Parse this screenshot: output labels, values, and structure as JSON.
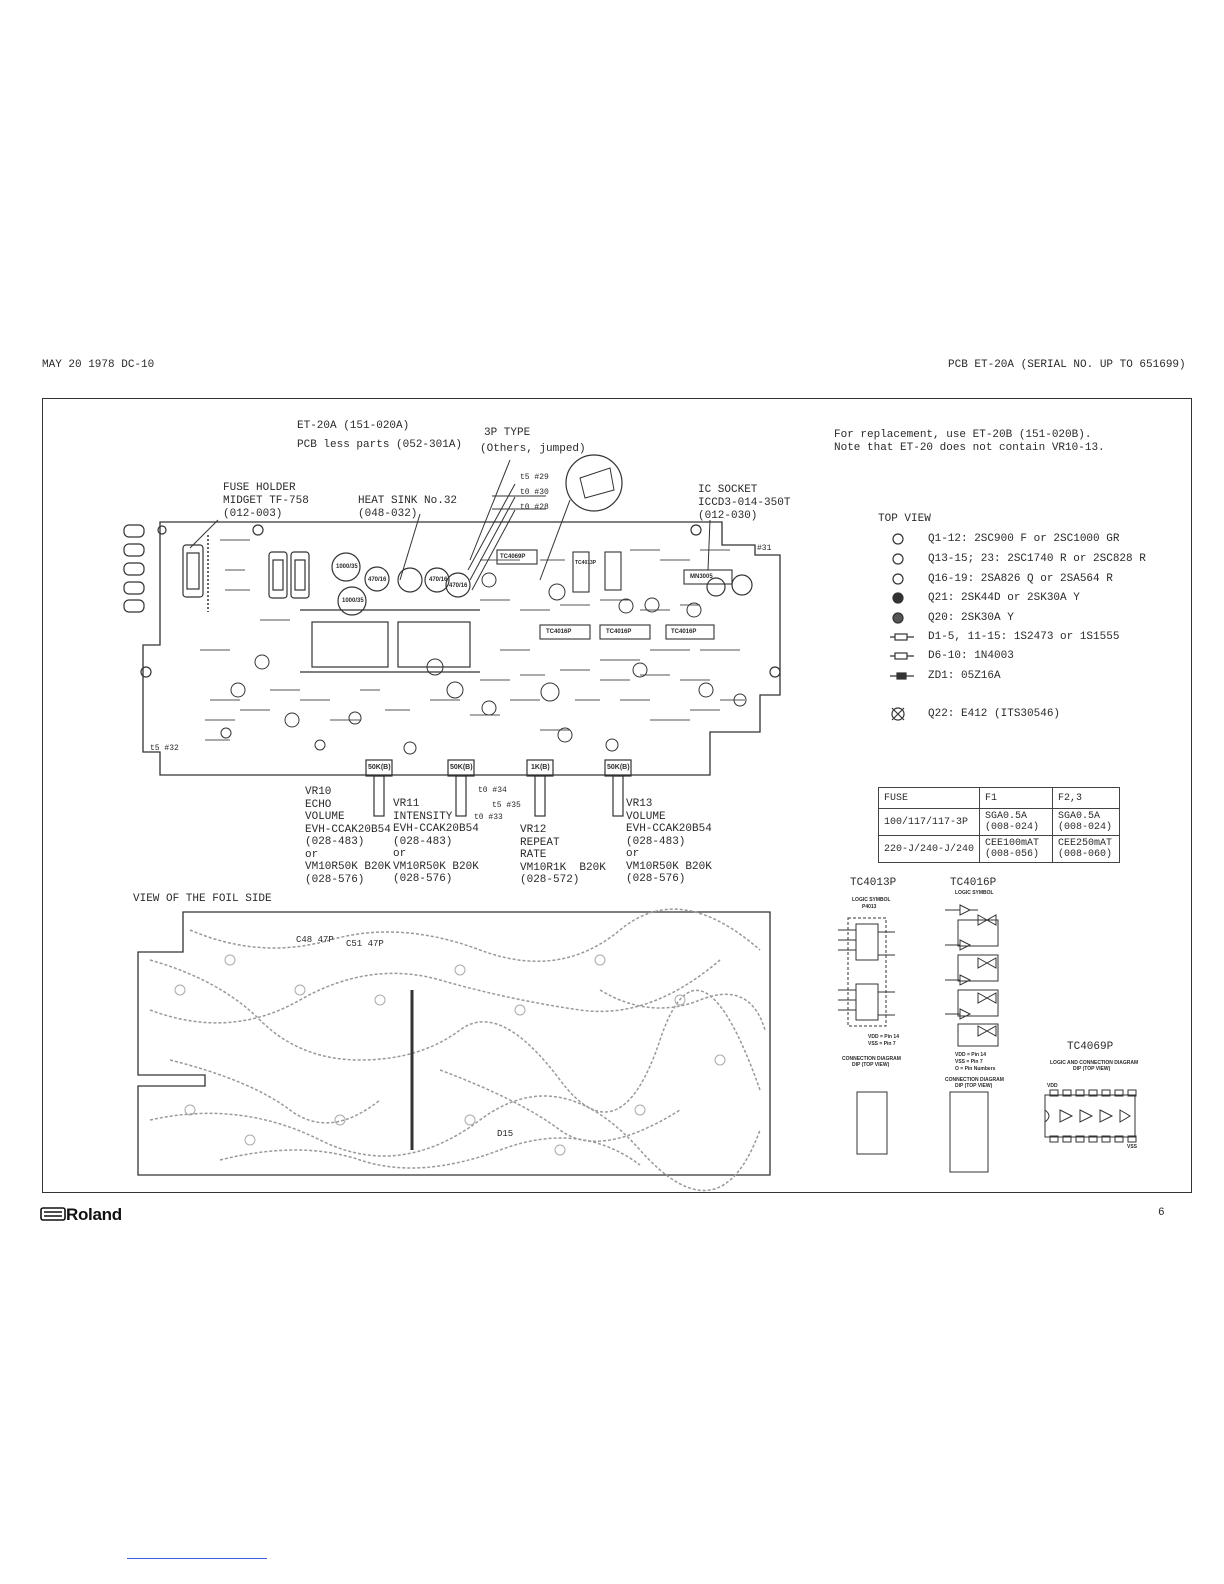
{
  "header": {
    "left": "MAY 20 1978 DC-10",
    "right": "PCB ET-20A (SERIAL NO. UP TO 651699)"
  },
  "board": {
    "model": "ET-20A (151-020A)",
    "pcb_less_parts": "PCB less parts (052-301A)",
    "type_3p": "3P TYPE",
    "type_3p_note": "(Others, jumped)"
  },
  "replacement": {
    "line1": "For replacement, use ET-20B (151-020B).",
    "line2": "Note that ET-20 does not contain VR10-13."
  },
  "callouts": {
    "fuse_holder": [
      "FUSE HOLDER",
      "MIDGET TF-758",
      "(012-003)"
    ],
    "heat_sink": [
      "HEAT SINK No.32",
      "(048-032)"
    ],
    "ic_socket": [
      "IC SOCKET",
      "ICCD3-014-350T",
      "(012-030)"
    ]
  },
  "board_marks": {
    "ic1": "TC4069P",
    "ic2": "TC4013P",
    "ic3": "TC4016P",
    "ic4": "TC4016P",
    "ic5": "TC4016P",
    "ic6": "MN3005",
    "cap1": "1000/35",
    "cap2": "1000/35",
    "cap3": "470/16",
    "cap4": "470/16",
    "cap5": "470/16",
    "t29": "t5 #29",
    "t30": "t0 #30",
    "t28": "t0 #28",
    "t31": "#31",
    "t32": "t5 #32",
    "t34": "t0 #34",
    "t35": "t5 #35",
    "t33": "t0 #33",
    "foil_c48": "C48 47P",
    "foil_c51": "C51 47P",
    "foil_d15": "D15"
  },
  "top_view": {
    "title": "TOP VIEW",
    "items": [
      "Q1-12: 2SC900 F or 2SC1000 GR",
      "Q13-15; 23: 2SC1740 R or 2SC828 R",
      "Q16-19: 2SA826 Q or 2SA564 R",
      "Q21: 2SK44D or 2SK30A Y",
      "Q20: 2SK30A Y",
      "D1-5, 11-15: 1S2473 or 1S1555",
      "D6-10: 1N4003",
      "ZD1: 05Z16A",
      "Q22: E412 (ITS30546)"
    ]
  },
  "pots": [
    {
      "lines": [
        "VR10",
        "ECHO",
        "VOLUME",
        "EVH-CCAK20B54",
        "(028-483)",
        "or",
        "VM10R50K B20K",
        "(028-576)"
      ]
    },
    {
      "lines": [
        "VR11",
        "INTENSITY",
        "EVH-CCAK20B54",
        "(028-483)",
        "or",
        "VM10R50K B20K",
        "(028-576)"
      ]
    },
    {
      "lines": [
        "VR12",
        "REPEAT",
        "RATE",
        "VM10R1K  B20K",
        "(028-572)"
      ]
    },
    {
      "lines": [
        "VR13",
        "VOLUME",
        "EVH-CCAK20B54",
        "(028-483)",
        "or",
        "VM10R50K B20K",
        "(028-576)"
      ]
    }
  ],
  "pot_marks": [
    "50K(B)",
    "50K(B)",
    "1K(B)",
    "50K(B)"
  ],
  "fuse_table": {
    "headers": [
      "FUSE",
      "F1",
      "F2,3"
    ],
    "rows": [
      [
        "100/117/117-3P",
        "SGA0.5A",
        "(008-024)",
        "SGA0.5A",
        "(008-024)"
      ],
      [
        "220-J/240-J/240",
        "CEE100mAT",
        "(008-056)",
        "CEE250mAT",
        "(008-060)"
      ]
    ]
  },
  "foil_title": "VIEW OF THE FOIL SIDE",
  "ic_diagrams": {
    "tc4013": {
      "title": "TC4013P",
      "logic": "LOGIC SYMBOL",
      "part": "P4013",
      "conn": "CONNECTION DIAGRAM",
      "conn2": "DIP (TOP VIEW)",
      "vdd": "VDD = Pin 14",
      "vss": "VSS = Pin 7"
    },
    "tc4016": {
      "title": "TC4016P",
      "logic": "LOGIC SYMBOL",
      "conn": "CONNECTION DIAGRAM",
      "conn2": "DIP (TOP VIEW)",
      "vdd": "VDD = Pin 14",
      "vss": "VSS = Pin 7",
      "pin": "O = Pin Numbers"
    },
    "tc4069": {
      "title": "TC4069P",
      "logic": "LOGIC AND CONNECTION DIAGRAM",
      "conn2": "DIP (TOP VIEW)",
      "vdd": "VDD",
      "vss": "VSS"
    }
  },
  "footer": {
    "brand": "Roland",
    "page": "6"
  }
}
